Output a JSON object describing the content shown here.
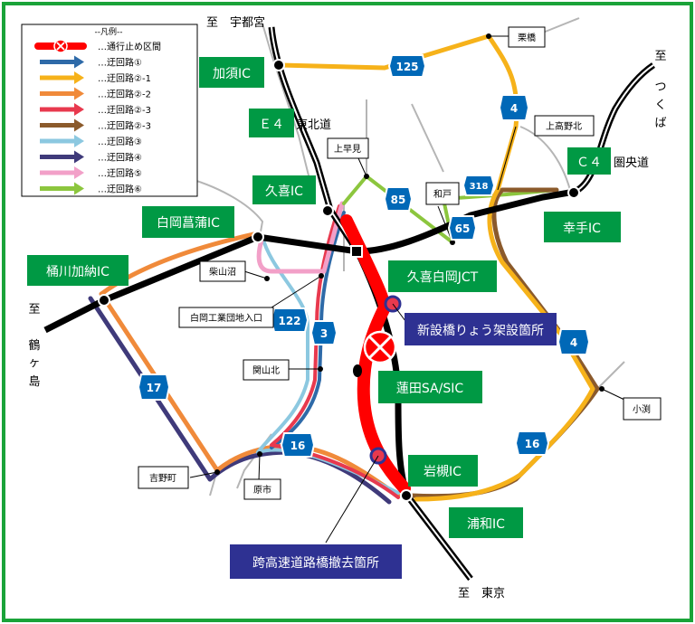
{
  "colors": {
    "frame": "#1aa339",
    "ic_green": "#009944",
    "note_navy": "#2e3192",
    "route_shield": "#0068b7",
    "closure": "#ff0000",
    "expressway": "#000000",
    "general_road": "#b5b5b5"
  },
  "legend": {
    "title": "--凡例--",
    "items": [
      {
        "label": "…通行止め区間",
        "color": "#ff0000",
        "icon": "closure-x-icon"
      },
      {
        "label": "…迂回路①",
        "color": "#2e6aa8",
        "icon": "arrow-icon"
      },
      {
        "label": "…迂回路②-1",
        "color": "#f6b21a",
        "icon": "arrow-icon"
      },
      {
        "label": "…迂回路②-2",
        "color": "#f08a3a",
        "icon": "arrow-icon"
      },
      {
        "label": "…迂回路②-3",
        "color": "#e8394e",
        "icon": "arrow-icon"
      },
      {
        "label": "…迂回路②-3",
        "color": "#8b5a2b",
        "icon": "arrow-icon"
      },
      {
        "label": "…迂回路③",
        "color": "#8cc8e0",
        "icon": "arrow-icon"
      },
      {
        "label": "…迂回路④",
        "color": "#3f3a7a",
        "icon": "arrow-icon"
      },
      {
        "label": "…迂回路⑤",
        "color": "#f2a0c8",
        "icon": "arrow-icon"
      },
      {
        "label": "…迂回路⑥",
        "color": "#8cc63e",
        "icon": "arrow-icon"
      }
    ]
  },
  "directions": {
    "utsunomiya": "至　宇都宮",
    "tokyo": "至　東京",
    "tsukuba": [
      "至",
      "つ",
      "く",
      "ば"
    ],
    "tsurugashima": [
      "至",
      "鶴",
      "ヶ",
      "島"
    ]
  },
  "interchanges": {
    "kazo": "加須IC",
    "kuki": "久喜IC",
    "shiraoka_shobu": "白岡菖蒲IC",
    "okegawa_kanou": "桶川加納IC",
    "kuki_shiraoka_jct": "久喜白岡JCT",
    "satte": "幸手IC",
    "hasuda": "蓮田SA/SIC",
    "iwatsuki": "岩槻IC",
    "urawa": "浦和IC"
  },
  "expressways": {
    "tohoku_code": "Ｅ４",
    "tohoku_name": "東北道",
    "kenodo_code": "Ｃ４",
    "kenodo_name": "圏央道"
  },
  "notes": {
    "bridge_construction": "新設橋りょう架設箇所",
    "overpass_removal": "跨高速道路橋撤去箇所"
  },
  "places": {
    "kurihashi": "栗橋",
    "kamihayami": "上早見",
    "kamitakano_kita": "上高野北",
    "wado": "和戸",
    "shibayamanuma": "柴山沼",
    "shiraoka_industrial": "白岡工業団地入口",
    "sekiyama_kita": "関山北",
    "obuchi": "小渕",
    "yoshinocho": "吉野町",
    "haraichi": "原市"
  },
  "route_shields": {
    "r125": "125",
    "r4_north": "4",
    "r318": "318",
    "r85": "85",
    "r65": "65",
    "r4_east": "4",
    "r122": "122",
    "r3": "3",
    "r17": "17",
    "r16_center": "16",
    "r16_east": "16"
  }
}
